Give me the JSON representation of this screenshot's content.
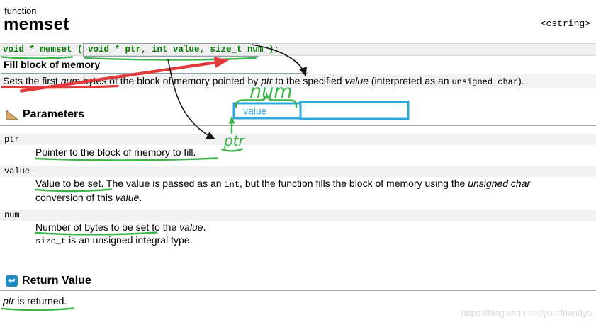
{
  "header": {
    "kind": "function",
    "title": "memset",
    "library": "<cstring>"
  },
  "signature": "void * memset ( void * ptr, int value, size_t num );",
  "tagline": "Fill block of memory",
  "description": [
    {
      "t": "Sets the first "
    },
    {
      "t": "num",
      "s": "i"
    },
    {
      "t": " bytes of the block of memory pointed by "
    },
    {
      "t": "ptr",
      "s": "i"
    },
    {
      "t": " to the specified "
    },
    {
      "t": "value",
      "s": "i"
    },
    {
      "t": " (interpreted as an "
    },
    {
      "t": "unsigned char",
      "s": "code"
    },
    {
      "t": ")."
    }
  ],
  "parameters": {
    "title": "Parameters",
    "items": [
      {
        "name": "ptr",
        "lines": [
          [
            {
              "t": "Pointer to the block of memory to fill."
            }
          ]
        ]
      },
      {
        "name": "value",
        "lines": [
          [
            {
              "t": "Value to be set. The value is passed as an "
            },
            {
              "t": "int",
              "s": "code"
            },
            {
              "t": ", but the function fills the block of memory using the "
            },
            {
              "t": "unsigned char",
              "s": "i"
            }
          ],
          [
            {
              "t": "conversion of this "
            },
            {
              "t": "value",
              "s": "i"
            },
            {
              "t": "."
            }
          ]
        ]
      },
      {
        "name": "num",
        "lines": [
          [
            {
              "t": "Number of bytes to be set to the "
            },
            {
              "t": "value",
              "s": "i"
            },
            {
              "t": "."
            }
          ],
          [
            {
              "t": "size_t",
              "s": "code"
            },
            {
              "t": " is an unsigned integral type."
            }
          ]
        ]
      }
    ]
  },
  "return_value": {
    "title": "Return Value",
    "line": [
      {
        "t": "ptr",
        "s": "i"
      },
      {
        "t": " is returned."
      }
    ]
  },
  "annotations": {
    "num_label": "num",
    "ptr_label": "ptr",
    "value_box_label": "value",
    "colors": {
      "marker_green": "#3bb54a",
      "marker_red": "#e23b3b",
      "box_blue": "#2aa9dd",
      "arrow_black": "#141414"
    }
  },
  "watermark": "https://blog.csdn.net/yourfriendyo"
}
